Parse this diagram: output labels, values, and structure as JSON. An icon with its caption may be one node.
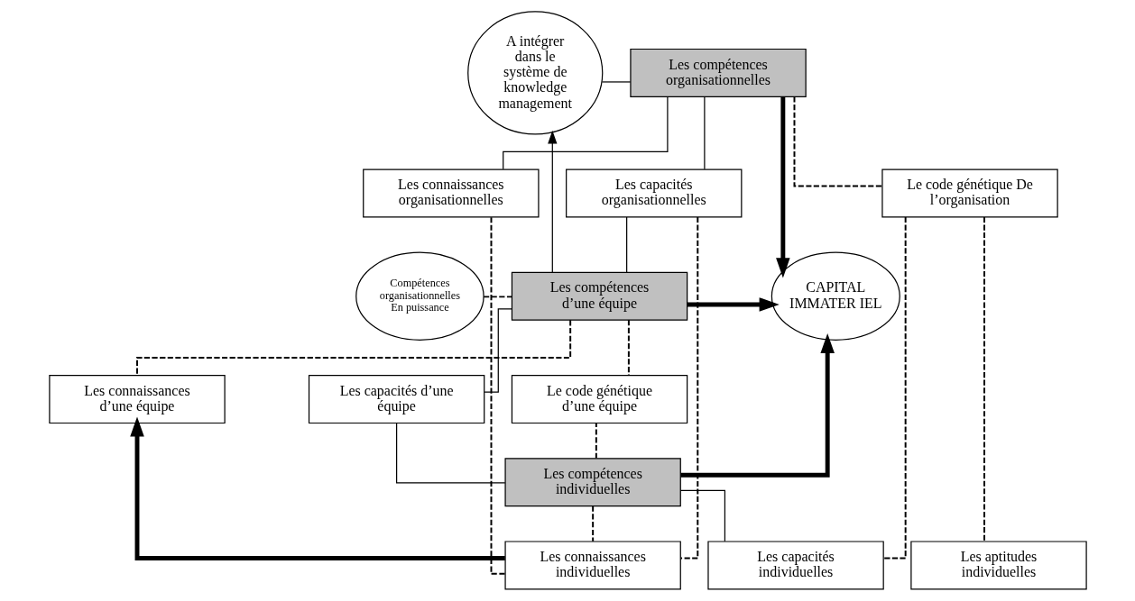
{
  "diagram": {
    "nodes": [
      {
        "text": [
          "A intégrer dans le système de knowledge management"
        ]
      },
      {
        "text": [
          "Les compétences organisationnelles"
        ]
      },
      {
        "text": [
          "Les connaissances organisationnelles"
        ]
      },
      {
        "text": [
          "Les capacités organisationnelles"
        ]
      },
      {
        "text": [
          "Le code génétique De l’organisation"
        ]
      },
      {
        "text": [
          "Les compétences d’une équipe"
        ]
      },
      {
        "text": [
          "Compétences organisationnelles En puissance"
        ]
      },
      {
        "text": [
          "Les connaissances d’une équipe"
        ]
      },
      {
        "text": [
          "Les capacités d’une équipe"
        ]
      },
      {
        "text": [
          "Le code génétique d’une équipe"
        ]
      },
      {
        "text": [
          "CAPITAL IMMATER IEL"
        ]
      },
      {
        "text": [
          "Les compétences individuelles"
        ]
      },
      {
        "text": [
          "Les connaissances individuelles"
        ]
      },
      {
        "text": [
          "Les capacités individuelles"
        ]
      },
      {
        "text": [
          "Les aptitudes individuelles"
        ]
      }
    ],
    "edges": [
      {
        "from": 1,
        "to": 0,
        "arrow": "none"
      },
      {
        "from": 1,
        "to": 10,
        "arrow": "to",
        "style": "thick"
      },
      {
        "from": 1,
        "to": 2,
        "arrow": "none"
      },
      {
        "from": 1,
        "to": 3,
        "arrow": "none"
      },
      {
        "from": 1,
        "to": 4,
        "arrow": "none",
        "style": "dashed"
      },
      {
        "from": 2,
        "to": 12,
        "arrow": "none",
        "style": "dashed"
      },
      {
        "from": 3,
        "to": 12,
        "arrow": "none",
        "style": "dashed"
      },
      {
        "from": 4,
        "to": 13,
        "arrow": "none",
        "style": "dashed"
      },
      {
        "from": 4,
        "to": 14,
        "arrow": "none",
        "style": "dashed"
      },
      {
        "from": 3,
        "to": 5,
        "arrow": "none"
      },
      {
        "from": 5,
        "to": 0,
        "arrow": "to"
      },
      {
        "from": 6,
        "to": 5,
        "arrow": "none",
        "style": "dashed"
      },
      {
        "from": 5,
        "to": 10,
        "arrow": "to",
        "style": "thick"
      },
      {
        "from": 5,
        "to": 7,
        "arrow": "none",
        "style": "dashed"
      },
      {
        "from": 5,
        "to": 9,
        "arrow": "none",
        "style": "dashed"
      },
      {
        "from": 5,
        "to": 8,
        "arrow": "none"
      },
      {
        "from": 8,
        "to": 11,
        "arrow": "none"
      },
      {
        "from": 11,
        "to": 9,
        "arrow": "none",
        "style": "dashed"
      },
      {
        "from": 11,
        "to": 12,
        "arrow": "none",
        "style": "dashed"
      },
      {
        "from": 11,
        "to": 10,
        "arrow": "to",
        "style": "thick"
      },
      {
        "from": 11,
        "to": 13,
        "arrow": "none"
      },
      {
        "from": 12,
        "to": 7,
        "arrow": "to",
        "style": "thick"
      }
    ]
  }
}
